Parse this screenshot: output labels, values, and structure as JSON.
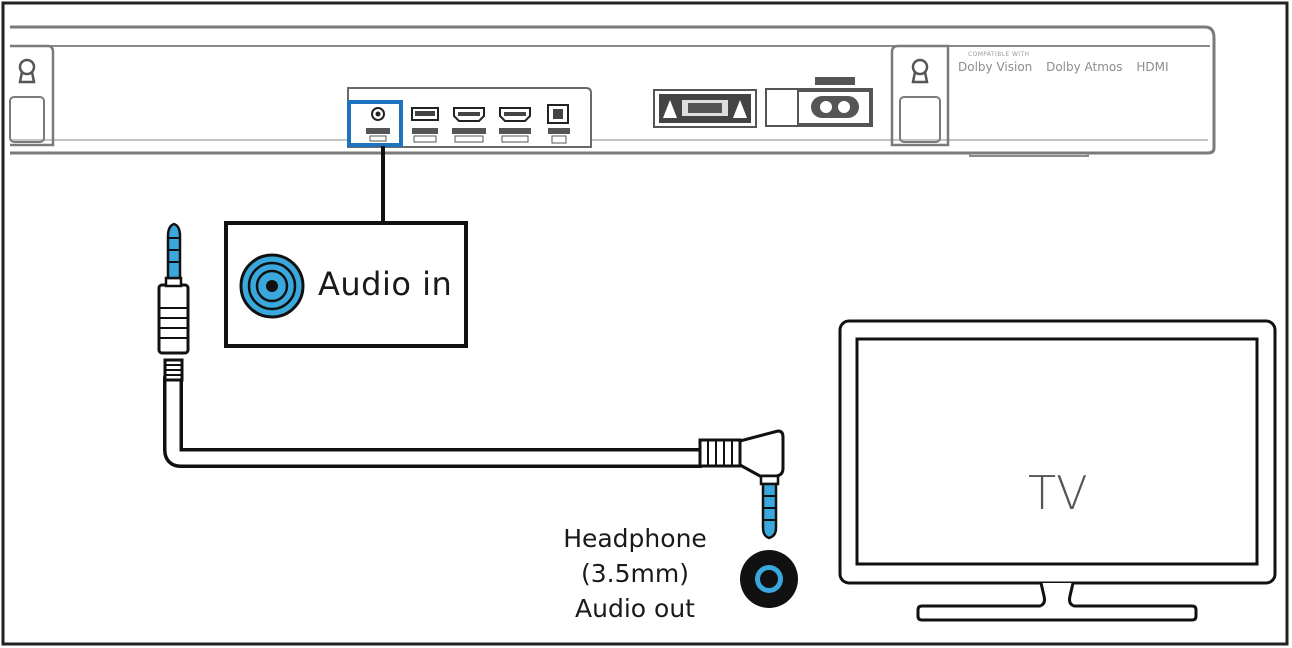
{
  "labels": {
    "audio_in": "Audio in",
    "tv": "TV",
    "headphone_line1": "Headphone",
    "headphone_line2": "(3.5mm)",
    "headphone_line3": "Audio out"
  },
  "soundbar_branding": {
    "compatible_with": "COMPATIBLE WITH",
    "logos": [
      "Dolby Vision",
      "Dolby Atmos",
      "HDMI"
    ]
  },
  "colors": {
    "accent_blue": "#1e73be",
    "jack_blue": "#3aa8dc",
    "outline": "#1a1a1a",
    "soundbar_gray": "#777777"
  },
  "icons": [
    "wall-mount-keyhole-icon",
    "audio-in-port-icon",
    "usb-port-icon",
    "hdmi-port-icon",
    "optical-port-icon",
    "power-port-icon",
    "3.5mm-plug-icon",
    "headphone-jack-icon",
    "tv-icon"
  ]
}
